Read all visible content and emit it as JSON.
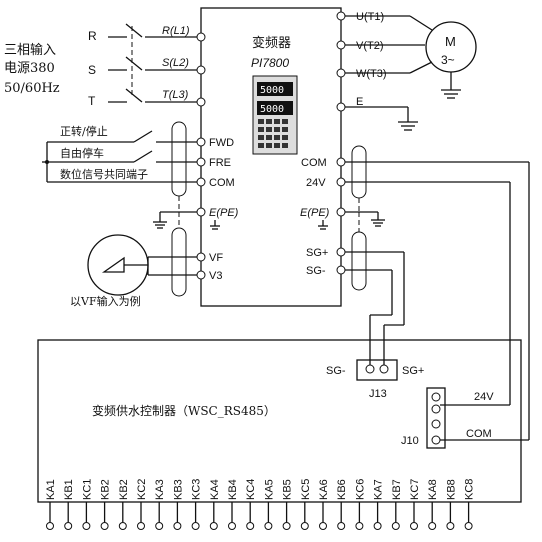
{
  "power_input": {
    "label_line1": "三相输入",
    "label_line2": "电源380",
    "label_line3": "50/60Hz",
    "phase_r": "R",
    "phase_s": "S",
    "phase_t": "T"
  },
  "inverter": {
    "name": "变频器",
    "model": "PI7800",
    "display_top": "5000",
    "display_bottom": "5000",
    "terminals": {
      "r_l1": "R(L1)",
      "s_l2": "S(L2)",
      "t_l3": "T(L3)",
      "fwd": "FWD",
      "fre": "FRE",
      "com_left": "COM",
      "epe_left": "E(PE)",
      "vf": "VF",
      "v3": "V3",
      "u_t1": "U(T1)",
      "v_t2": "V(T2)",
      "w_t3": "W(T3)",
      "e": "E",
      "com_right": "COM",
      "v24": "24V",
      "epe_right": "E(PE)",
      "sg_plus": "SG+",
      "sg_minus": "SG-"
    }
  },
  "motor": {
    "label": "M",
    "phase": "3~"
  },
  "control_inputs": {
    "forward_stop": "正转/停止",
    "free_stop": "自由停车",
    "common": "数位信号共同端子"
  },
  "potentiometer_note": "以VF输入为例",
  "controller": {
    "title": "变频供水控制器（WSC_RS485）",
    "j13_label": "J13",
    "j13_sg_minus": "SG-",
    "j13_sg_plus": "SG+",
    "j10_label": "J10",
    "j10_24v": "24V",
    "j10_com": "COM",
    "terminals": [
      "KA1",
      "KB1",
      "KC1",
      "KB2",
      "KB2",
      "KC2",
      "KA3",
      "KB3",
      "KC3",
      "KA4",
      "KB4",
      "KC4",
      "KA5",
      "KB5",
      "KC5",
      "KA6",
      "KB6",
      "KC6",
      "KA7",
      "KB7",
      "KC7",
      "KA8",
      "KB8",
      "KC8"
    ]
  },
  "colors": {
    "line": "#111111",
    "background": "#ffffff"
  }
}
